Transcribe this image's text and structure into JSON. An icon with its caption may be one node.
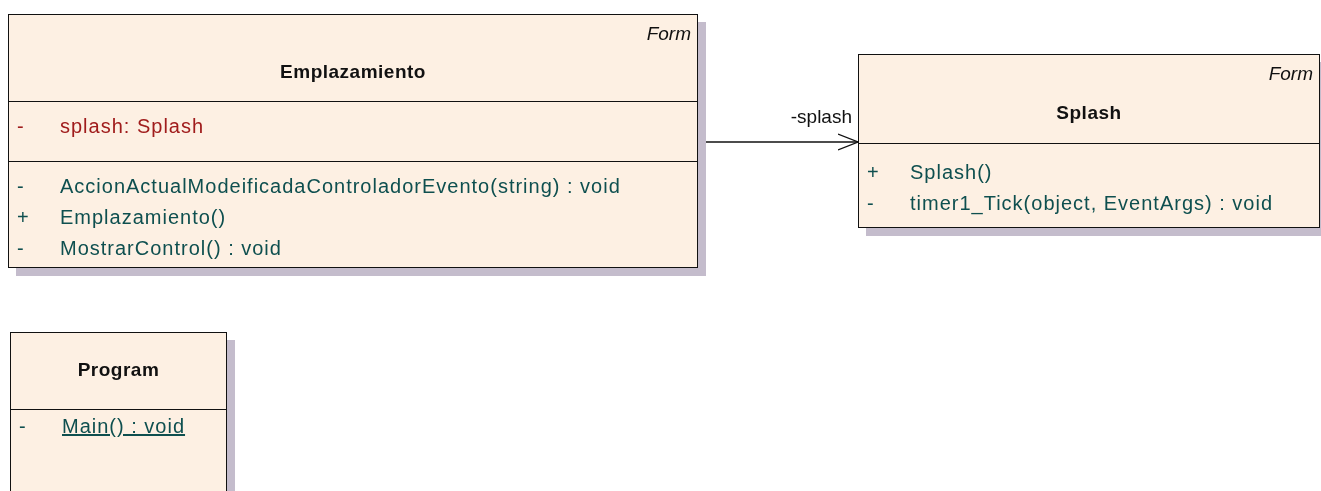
{
  "diagram": {
    "nodes": [
      {
        "text": [
          "Form",
          "Emplazamiento"
        ]
      },
      {
        "text": [
          "- splash: Splash"
        ],
        "in": 0
      },
      {
        "text": [
          "- AccionActualModeificadaControladorEvento(string) : void",
          "+ Emplazamiento()",
          "- MostrarControl() : void"
        ],
        "in": 0
      },
      {
        "text": [
          "Form",
          "Splash"
        ]
      },
      {
        "text": [
          "+ Splash()",
          "- timer1_Tick(object, EventArgs) : void"
        ],
        "in": 3
      },
      {
        "text": [
          "Program"
        ]
      },
      {
        "text": [
          "- Main() : void"
        ],
        "in": 5
      }
    ],
    "edges": [
      {
        "from": 0,
        "to": 3,
        "arrow": "to",
        "label": "-splash"
      }
    ]
  }
}
